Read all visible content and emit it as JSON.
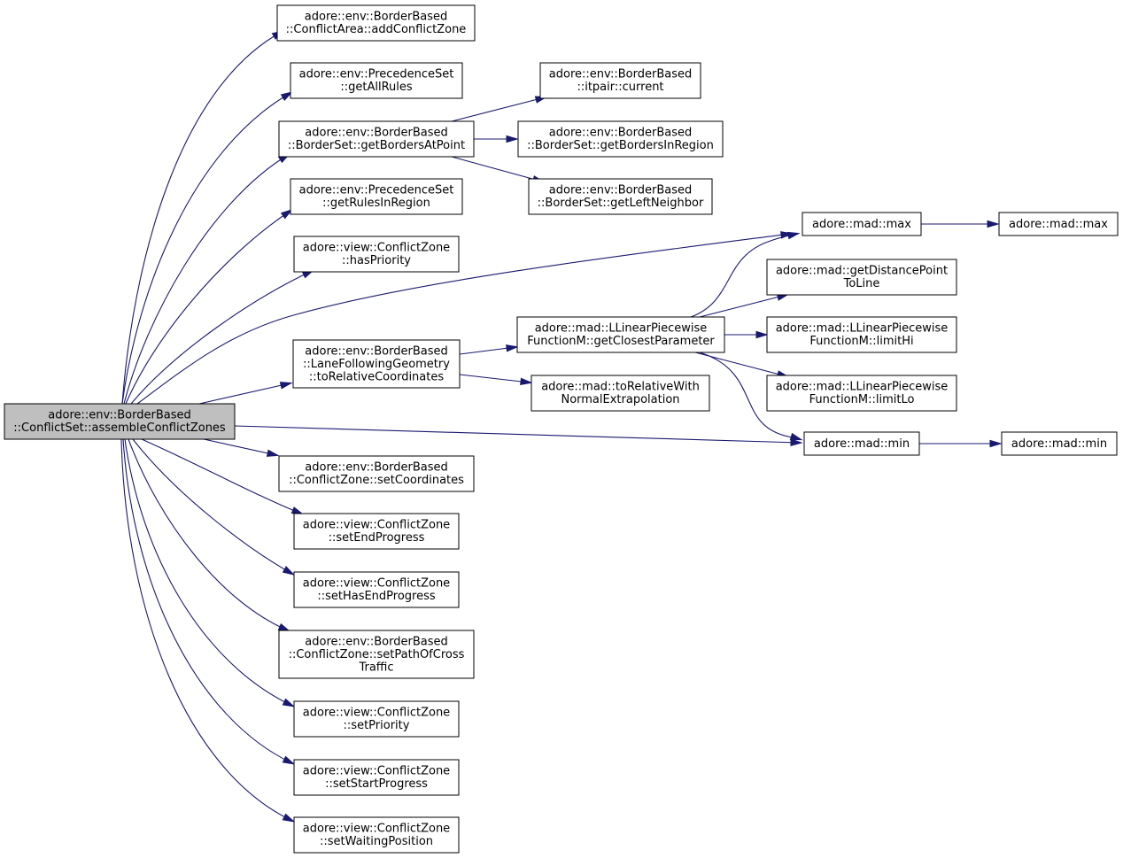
{
  "diagram": {
    "colors": {
      "edge": "#191970",
      "root_fill": "#bfbfbf",
      "node_fill": "#ffffff",
      "border": "#000000"
    },
    "nodes": {
      "root": {
        "lines": [
          "adore::env::BorderBased",
          "::ConflictSet::assembleConflictZones"
        ]
      },
      "addConflictZone": {
        "lines": [
          "adore::env::BorderBased",
          "::ConflictArea::addConflictZone"
        ]
      },
      "getAllRules": {
        "lines": [
          "adore::env::PrecedenceSet",
          "::getAllRules"
        ]
      },
      "getBordersAtPoint": {
        "lines": [
          "adore::env::BorderBased",
          "::BorderSet::getBordersAtPoint"
        ]
      },
      "getRulesInRegion": {
        "lines": [
          "adore::env::PrecedenceSet",
          "::getRulesInRegion"
        ]
      },
      "hasPriority": {
        "lines": [
          "adore::view::ConflictZone",
          "::hasPriority"
        ]
      },
      "toRelativeCoordinates": {
        "lines": [
          "adore::env::BorderBased",
          "::LaneFollowingGeometry",
          "::toRelativeCoordinates"
        ]
      },
      "setCoordinates": {
        "lines": [
          "adore::env::BorderBased",
          "::ConflictZone::setCoordinates"
        ]
      },
      "setEndProgress": {
        "lines": [
          "adore::view::ConflictZone",
          "::setEndProgress"
        ]
      },
      "setHasEndProgress": {
        "lines": [
          "adore::view::ConflictZone",
          "::setHasEndProgress"
        ]
      },
      "setPathOfCrossTraffic": {
        "lines": [
          "adore::env::BorderBased",
          "::ConflictZone::setPathOfCross",
          "Traffic"
        ]
      },
      "setPriority": {
        "lines": [
          "adore::view::ConflictZone",
          "::setPriority"
        ]
      },
      "setStartProgress": {
        "lines": [
          "adore::view::ConflictZone",
          "::setStartProgress"
        ]
      },
      "setWaitingPosition": {
        "lines": [
          "adore::view::ConflictZone",
          "::setWaitingPosition"
        ]
      },
      "itpairCurrent": {
        "lines": [
          "adore::env::BorderBased",
          "::itpair::current"
        ]
      },
      "getBordersInRegion": {
        "lines": [
          "adore::env::BorderBased",
          "::BorderSet::getBordersInRegion"
        ]
      },
      "getLeftNeighbor": {
        "lines": [
          "adore::env::BorderBased",
          "::BorderSet::getLeftNeighbor"
        ]
      },
      "getClosestParameter": {
        "lines": [
          "adore::mad::LLinearPiecewise",
          "FunctionM::getClosestParameter"
        ]
      },
      "toRelativeWith": {
        "lines": [
          "adore::mad::toRelativeWith",
          "NormalExtrapolation"
        ]
      },
      "max1": {
        "lines": [
          "adore::mad::max"
        ]
      },
      "max2": {
        "lines": [
          "adore::mad::max"
        ]
      },
      "getDistancePoint": {
        "lines": [
          "adore::mad::getDistancePoint",
          "ToLine"
        ]
      },
      "limitHi": {
        "lines": [
          "adore::mad::LLinearPiecewise",
          "FunctionM::limitHi"
        ]
      },
      "limitLo": {
        "lines": [
          "adore::mad::LLinearPiecewise",
          "FunctionM::limitLo"
        ]
      },
      "min1": {
        "lines": [
          "adore::mad::min"
        ]
      },
      "min2": {
        "lines": [
          "adore::mad::min"
        ]
      }
    },
    "edges": [
      [
        "root",
        "addConflictZone"
      ],
      [
        "root",
        "getAllRules"
      ],
      [
        "root",
        "getBordersAtPoint"
      ],
      [
        "root",
        "getRulesInRegion"
      ],
      [
        "root",
        "hasPriority"
      ],
      [
        "root",
        "max1"
      ],
      [
        "root",
        "toRelativeCoordinates"
      ],
      [
        "root",
        "min1"
      ],
      [
        "root",
        "setCoordinates"
      ],
      [
        "root",
        "setEndProgress"
      ],
      [
        "root",
        "setHasEndProgress"
      ],
      [
        "root",
        "setPathOfCrossTraffic"
      ],
      [
        "root",
        "setPriority"
      ],
      [
        "root",
        "setStartProgress"
      ],
      [
        "root",
        "setWaitingPosition"
      ],
      [
        "getBordersAtPoint",
        "itpairCurrent"
      ],
      [
        "getBordersAtPoint",
        "getBordersInRegion"
      ],
      [
        "getBordersAtPoint",
        "getLeftNeighbor"
      ],
      [
        "toRelativeCoordinates",
        "getClosestParameter"
      ],
      [
        "toRelativeCoordinates",
        "toRelativeWith"
      ],
      [
        "getClosestParameter",
        "max1"
      ],
      [
        "getClosestParameter",
        "getDistancePoint"
      ],
      [
        "getClosestParameter",
        "limitHi"
      ],
      [
        "getClosestParameter",
        "limitLo"
      ],
      [
        "getClosestParameter",
        "min1"
      ],
      [
        "max1",
        "max2"
      ],
      [
        "min1",
        "min2"
      ]
    ]
  }
}
